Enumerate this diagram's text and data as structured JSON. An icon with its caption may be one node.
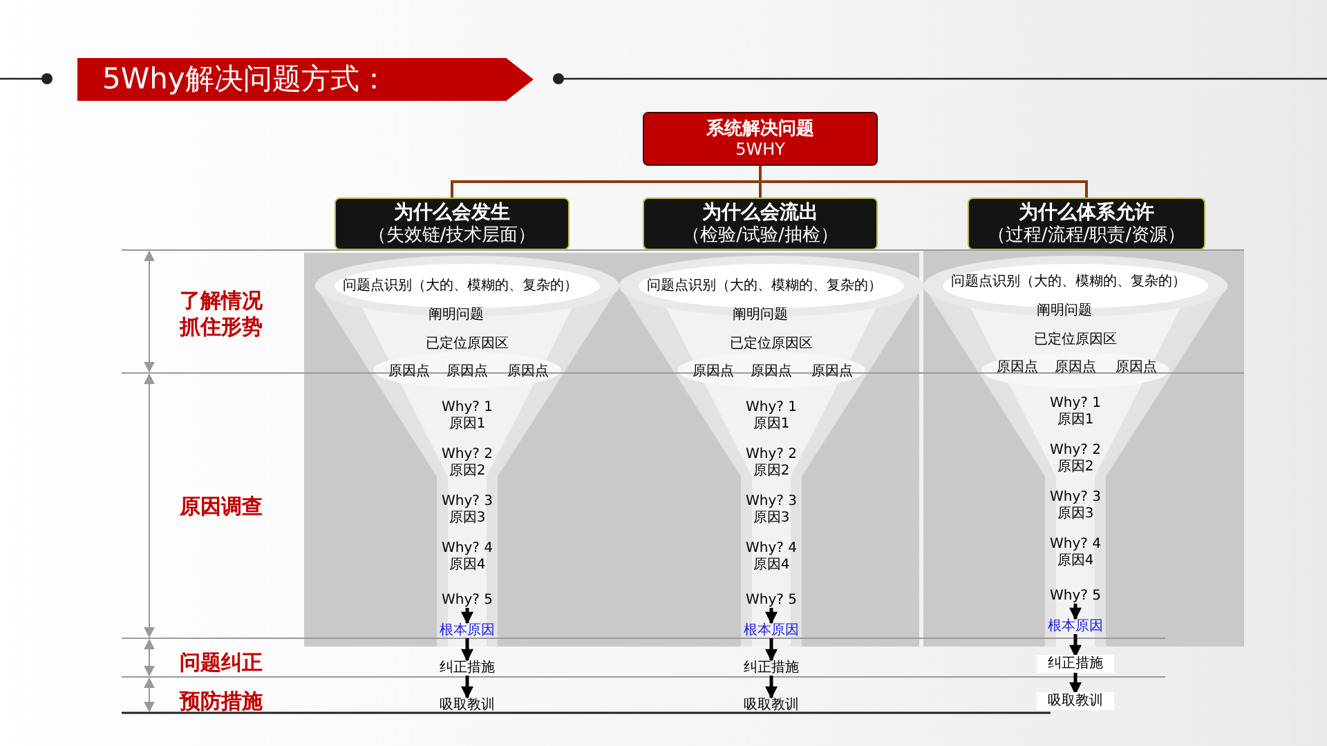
{
  "diagram": {
    "title": "5Why解决问题方式：",
    "nodes": [
      {
        "text": [
          "系统解决问题",
          "5WHY"
        ]
      },
      {
        "text": [
          "为什么会发生",
          "（失效链/技术层面）"
        ]
      },
      {
        "text": [
          "为什么会流出",
          "（检验/试验/抽检）"
        ]
      },
      {
        "text": [
          "为什么体系允许",
          "（过程/流程/职责/资源）"
        ]
      },
      {
        "text": [
          "Why? 5"
        ]
      },
      {
        "text": [
          "根本原因"
        ]
      },
      {
        "text": [
          "纠正措施"
        ]
      },
      {
        "text": [
          "吸取教训"
        ]
      },
      {
        "text": [
          "Why? 5"
        ]
      },
      {
        "text": [
          "根本原因"
        ]
      },
      {
        "text": [
          "纠正措施"
        ]
      },
      {
        "text": [
          "吸取教训"
        ]
      },
      {
        "text": [
          "Why? 5"
        ]
      },
      {
        "text": [
          "根本原因"
        ]
      },
      {
        "text": [
          "纠正措施"
        ]
      },
      {
        "text": [
          "吸取教训"
        ]
      }
    ],
    "edges": [
      {
        "from": 0,
        "to": 1,
        "arrow": "none",
        "color": "#8b3a0f"
      },
      {
        "from": 0,
        "to": 2,
        "arrow": "none",
        "color": "#8b3a0f"
      },
      {
        "from": 0,
        "to": 3,
        "arrow": "none",
        "color": "#8b3a0f"
      },
      {
        "from": 4,
        "to": 5,
        "arrow": "to"
      },
      {
        "from": 5,
        "to": 6,
        "arrow": "to"
      },
      {
        "from": 6,
        "to": 7,
        "arrow": "to"
      },
      {
        "from": 8,
        "to": 9,
        "arrow": "to"
      },
      {
        "from": 9,
        "to": 10,
        "arrow": "to"
      },
      {
        "from": 10,
        "to": 11,
        "arrow": "to"
      },
      {
        "from": 12,
        "to": 13,
        "arrow": "to"
      },
      {
        "from": 13,
        "to": 14,
        "arrow": "to"
      },
      {
        "from": 14,
        "to": 15,
        "arrow": "to"
      }
    ],
    "labels": [
      "了解情况抓住形势",
      "原因调查",
      "问题纠正",
      "预防措施",
      "问题点识别（大的、模糊的、复杂的）",
      "阐明问题",
      "已定位原因区",
      "原因点",
      "原因点",
      "原因点",
      "Why? 1",
      "原因1",
      "Why? 2",
      "原因2",
      "Why? 3",
      "原因3",
      "Why? 4",
      "原因4",
      "问题点识别（大的、模糊的、复杂的）",
      "阐明问题",
      "已定位原因区",
      "原因点",
      "原因点",
      "原因点",
      "Why? 1",
      "原因1",
      "Why? 2",
      "原因2",
      "Why? 3",
      "原因3",
      "Why? 4",
      "原因4",
      "问题点识别（大的、模糊的、复杂的）",
      "阐明问题",
      "已定位原因区",
      "原因点",
      "原因点",
      "原因点",
      "Why? 1",
      "原因1",
      "Why? 2",
      "原因2",
      "Why? 3",
      "原因3",
      "Why? 4",
      "原因4"
    ]
  }
}
